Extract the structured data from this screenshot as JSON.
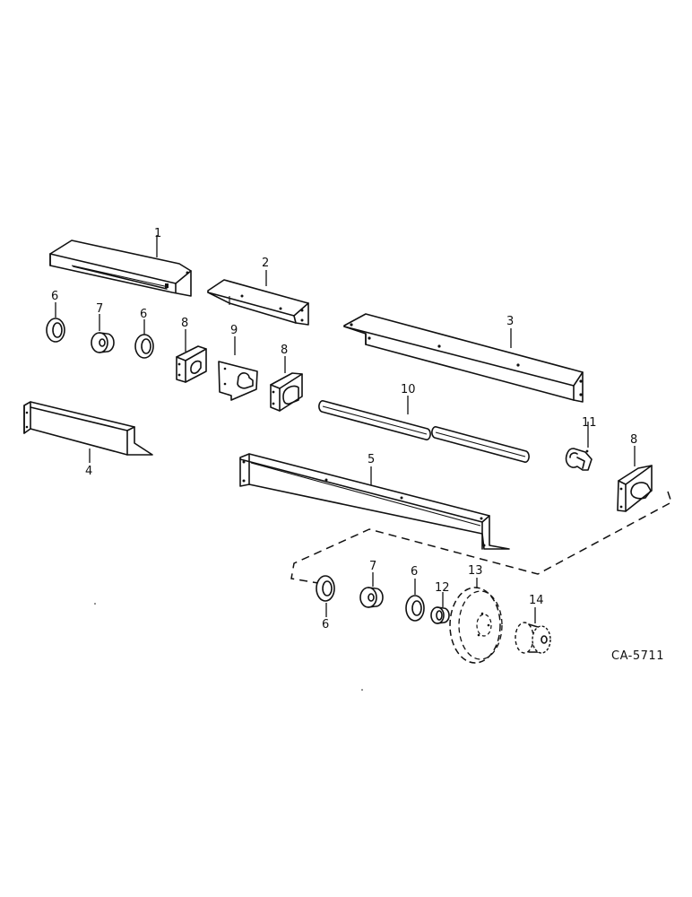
{
  "diagram": {
    "type": "exploded parts diagram",
    "reference_code": "CA-5711",
    "callouts": [
      {
        "id": "c1",
        "label": "1",
        "part": "top channel / cover"
      },
      {
        "id": "c2",
        "label": "2",
        "part": "angle bracket (short)"
      },
      {
        "id": "c3",
        "label": "3",
        "part": "angle rail (long)"
      },
      {
        "id": "c4",
        "label": "4",
        "part": "channel"
      },
      {
        "id": "c5",
        "label": "5",
        "part": "angle rail (long, lower)"
      },
      {
        "id": "c6a",
        "label": "6",
        "part": "seal / bushing"
      },
      {
        "id": "c7a",
        "label": "7",
        "part": "bearing"
      },
      {
        "id": "c6b",
        "label": "6",
        "part": "seal / bushing"
      },
      {
        "id": "c8a",
        "label": "8",
        "part": "bearing housing"
      },
      {
        "id": "c9",
        "label": "9",
        "part": "plate"
      },
      {
        "id": "c8b",
        "label": "8",
        "part": "bearing housing"
      },
      {
        "id": "c10",
        "label": "10",
        "part": "shaft"
      },
      {
        "id": "c11",
        "label": "11",
        "part": "collar"
      },
      {
        "id": "c8c",
        "label": "8",
        "part": "bearing housing"
      },
      {
        "id": "c6c",
        "label": "6",
        "part": "seal / bushing"
      },
      {
        "id": "c7b",
        "label": "7",
        "part": "bearing"
      },
      {
        "id": "c6d",
        "label": "6",
        "part": "seal / bushing"
      },
      {
        "id": "c12",
        "label": "12",
        "part": "spacer"
      },
      {
        "id": "c13",
        "label": "13",
        "part": "sprocket / pulley"
      },
      {
        "id": "c14",
        "label": "14",
        "part": "sprocket"
      }
    ]
  }
}
